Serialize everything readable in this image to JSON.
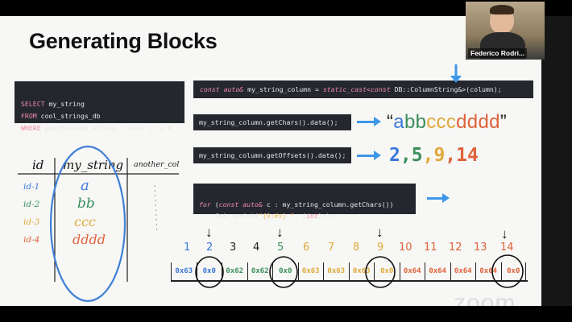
{
  "slide": {
    "title": "Generating Blocks",
    "sql": {
      "line1_kw": "SELECT",
      "line1_rest": " my_string",
      "line2_kw": "FROM",
      "line2_rest": " cool_strings_db",
      "line3_kw": "WHERE",
      "line3_rest": " position(my_string, 'cool') != 0"
    },
    "cast_line": {
      "p1": "const auto&",
      "p2": " my_string_column = ",
      "p3": "static_cast<",
      "p4": "const",
      "p5": " DB::ColumnString&>(column);"
    },
    "get_chars": "my_string_column.getChars().data();",
    "get_offsets": "my_string_column.getOffsets().data();",
    "loop": {
      "l1_kw": "for",
      "l1_a": " (",
      "l1_kw2": "const auto&",
      "l1_b": " c : my_string_column.getChars())",
      "l2_a": "    fmt::print(",
      "l2_str": "\"{0:#x} \"",
      "l2_b": ", (",
      "l2_kw": "int",
      "l2_c": ")c);"
    },
    "chars_result": {
      "open": "“",
      "a": "a",
      "bb": "bb",
      "ccc": "ccc",
      "dddd": "dddd",
      "close": "”"
    },
    "offsets_result": {
      "o1": "2",
      "sep1": ",",
      "o2": "5",
      "sep2": ",",
      "o3": "9",
      "sep3": ",",
      "o4": "14"
    },
    "table": {
      "headers": [
        "id",
        "my_string",
        "another_col"
      ],
      "ids": [
        "id-1",
        "id-2",
        "id-3",
        "id-4"
      ],
      "values": [
        "a",
        "bb",
        "ccc",
        "dddd"
      ]
    },
    "indices": [
      "1",
      "2",
      "3",
      "4",
      "5",
      "6",
      "7",
      "8",
      "9",
      "10",
      "11",
      "12",
      "13",
      "14"
    ],
    "bytes": [
      "0x63",
      "0x0",
      "0x62",
      "0x62",
      "0x0",
      "0x63",
      "0x63",
      "0x63",
      "0x0",
      "0x64",
      "0x64",
      "0x64",
      "0x64",
      "0x0"
    ],
    "arrow_marks": [
      "↓",
      "↓",
      "↓",
      "↓"
    ]
  },
  "webcam": {
    "name": "Federico Rodri..."
  },
  "watermark": "zoom",
  "colors": {
    "a": "#3b78d8",
    "b": "#3a8f5b",
    "c": "#e0a93a",
    "d": "#e0623a",
    "arrow": "#3f97e8",
    "code_bg": "#24272e"
  }
}
